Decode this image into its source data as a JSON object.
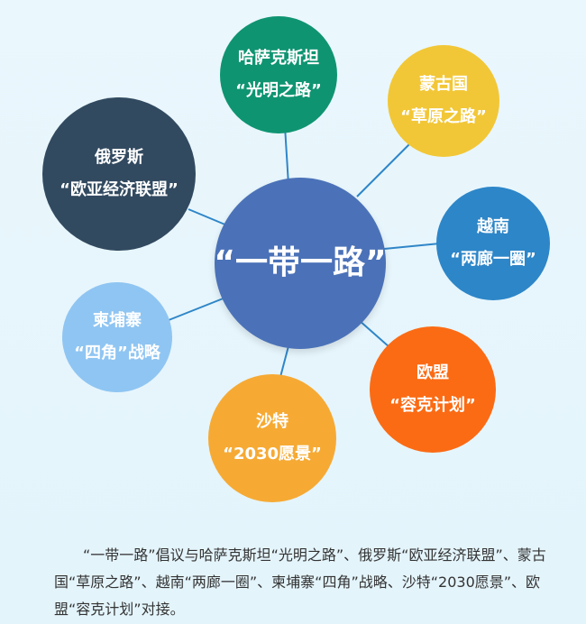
{
  "diagram": {
    "center": {
      "title": "“一带一路”"
    },
    "nodes": [
      {
        "id": "kazakhstan",
        "line1": "哈萨克斯坦",
        "line2": "“光明之路”",
        "color": "#0f9471"
      },
      {
        "id": "mongolia",
        "line1": "蒙古国",
        "line2": "“草原之路”",
        "color": "#f2c737"
      },
      {
        "id": "russia",
        "line1": "俄罗斯",
        "line2": "“欧亚经济联盟”",
        "color": "#324a60"
      },
      {
        "id": "vietnam",
        "line1": "越南",
        "line2": "“两廊一圈”",
        "color": "#2d86c8"
      },
      {
        "id": "cambodia",
        "line1": "柬埔寨",
        "line2": "“四角”战略",
        "color": "#8fc5f2"
      },
      {
        "id": "europe",
        "line1": "欧盟",
        "line2": "“容克计划”",
        "color": "#fb6b14"
      },
      {
        "id": "saudi",
        "line1": "沙特",
        "line2": "“2030愿景”",
        "color": "#f6aa34"
      }
    ]
  },
  "caption": {
    "text": "“一带一路”倡议与哈萨克斯坦“光明之路”、俄罗斯“欧亚经济联盟”、蒙古国“草原之路”、越南“两廊一圈”、柬埔寨“四角”战略、沙特“2030愿景”、欧盟“容克计划”对接。"
  },
  "colors": {
    "center": "#4b72b8",
    "connector": "#2f86c8",
    "background": "#e6f6fc"
  }
}
